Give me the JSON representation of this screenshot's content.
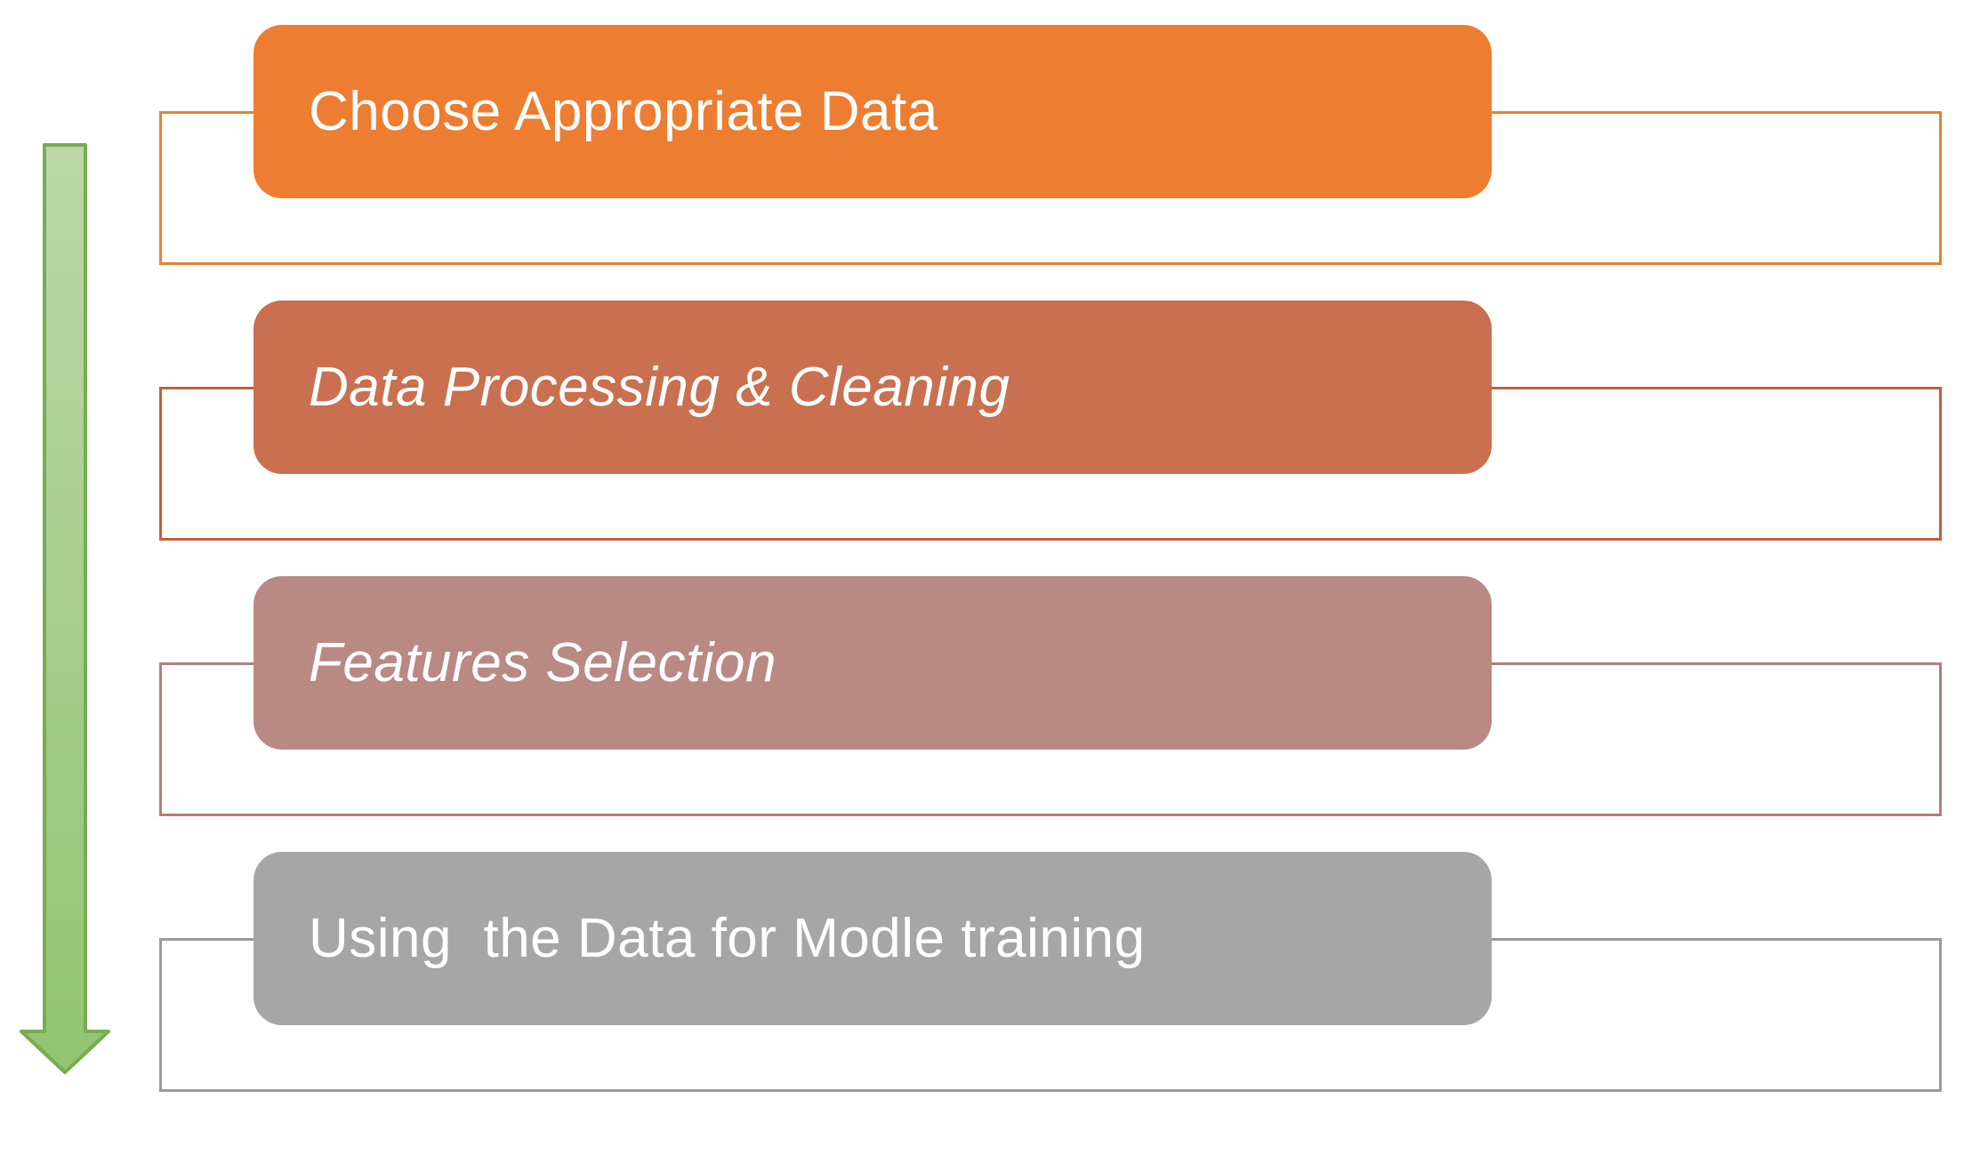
{
  "diagram": {
    "background_color": "#FFFFFF",
    "steps": [
      {
        "label": "Choose Appropriate Data",
        "fill": "#ED7D31",
        "outline": "#E8812F",
        "text_color": "#FFFFFF",
        "text_style": "normal"
      },
      {
        "label": "Data Processing & Cleaning",
        "fill": "#C8704F",
        "outline": "#C1603E",
        "text_color": "#FFFFFF",
        "text_style": "italic"
      },
      {
        "label": "Features Selection",
        "fill": "#B98983",
        "outline": "#B17F7B",
        "text_color": "#FFFFFF",
        "text_style": "italic"
      },
      {
        "label": "Using  the Data for Modle training",
        "fill": "#A6A6A6",
        "outline": "#9B9B9B",
        "text_color": "#FFFFFF",
        "text_style": "normal"
      }
    ],
    "arrow": {
      "direction": "down",
      "fill_top": "#BBD8A6",
      "fill_bottom": "#92C472",
      "stroke": "#76AD50"
    }
  }
}
